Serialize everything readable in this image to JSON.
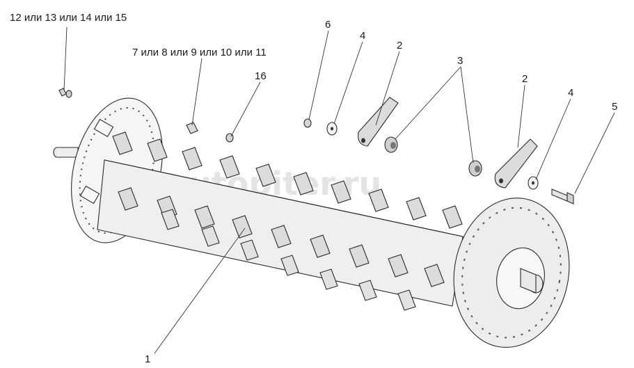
{
  "diagram": {
    "labels": {
      "l1": "1",
      "l2a": "2",
      "l2b": "2",
      "l3": "3",
      "l4a": "4",
      "l4b": "4",
      "l5": "5",
      "l6": "6",
      "l16": "16",
      "l_nuts": "7 или 8 или 9 или 10 или 11",
      "l_bolts": "12 или 13 или 14 или 15"
    },
    "watermark": "autopiter.ru",
    "colors": {
      "shaft": "#ececec",
      "disc": "#f4f4f4",
      "blade": "#dcdcdc",
      "dark": "#2a2a2a"
    }
  }
}
